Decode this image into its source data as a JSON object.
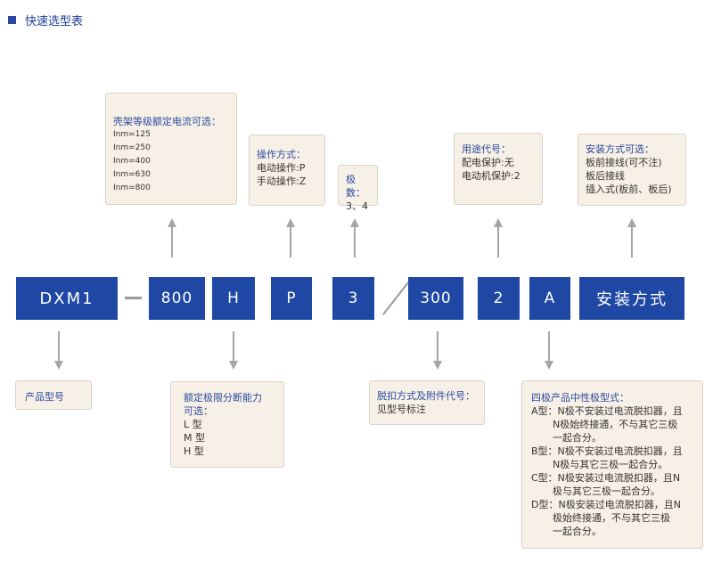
{
  "header": {
    "title": "快速选型表"
  },
  "codes": {
    "model": "DXM1",
    "current": "800",
    "breaking": "H",
    "operation": "P",
    "poles": "3",
    "trip": "300",
    "usage": "2",
    "neutral": "A",
    "install": "安装方式"
  },
  "separators": {
    "dash": "—",
    "slash": "/"
  },
  "boxes": {
    "frame_current": {
      "title": "壳架等级额定电流可选：",
      "lines": [
        "Inm=125",
        "Inm=250",
        "Inm=400",
        "Inm=630",
        "Inm=800"
      ]
    },
    "operation": {
      "title": "操作方式：",
      "lines": [
        "电动操作:P",
        "手动操作:Z"
      ]
    },
    "poles": {
      "title": "极数：",
      "lines": [
        "3、4"
      ]
    },
    "usage": {
      "title": "用途代号：",
      "lines": [
        "配电保护:无",
        "电动机保护:2"
      ]
    },
    "install": {
      "title": "安装方式可选：",
      "lines": [
        "板前接线(可不注)",
        "板后接线",
        "插入式(板前、板后)"
      ]
    },
    "product": {
      "title": "产品型号"
    },
    "breaking": {
      "title": "额定极限分断能力",
      "title2": "可选：",
      "lines": [
        "L 型",
        "M 型",
        "H 型"
      ]
    },
    "trip": {
      "title": "脱扣方式及附件代号：",
      "lines": [
        "见型号标注"
      ]
    },
    "neutral": {
      "title": "四极产品中性极型式：",
      "lines": [
        "A型：N极不安装过电流脱扣器，且",
        "N极始终接通，不与其它三极",
        "一起合分。",
        "B型：N极不安装过电流脱扣器，且",
        "N极与其它三极一起合分。",
        "C型：N极安装过电流脱扣器，且N",
        "极与其它三极一起合分。",
        "D型：N极安装过电流脱扣器，且N",
        "极始终接通，不与其它三极",
        "一起合分。"
      ]
    }
  }
}
